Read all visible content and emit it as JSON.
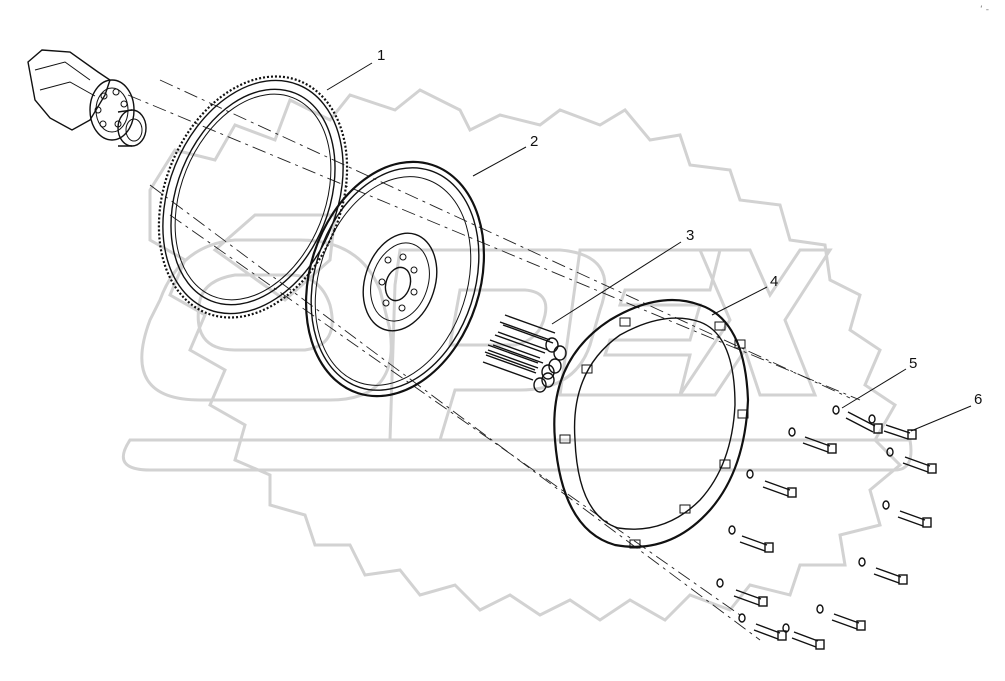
{
  "callouts": [
    {
      "label": "1"
    },
    {
      "label": "2"
    },
    {
      "label": "3"
    },
    {
      "label": "4"
    },
    {
      "label": "5"
    },
    {
      "label": "6"
    }
  ],
  "watermark": {
    "text": "OPEX"
  },
  "corner_mark": "ʻ -"
}
